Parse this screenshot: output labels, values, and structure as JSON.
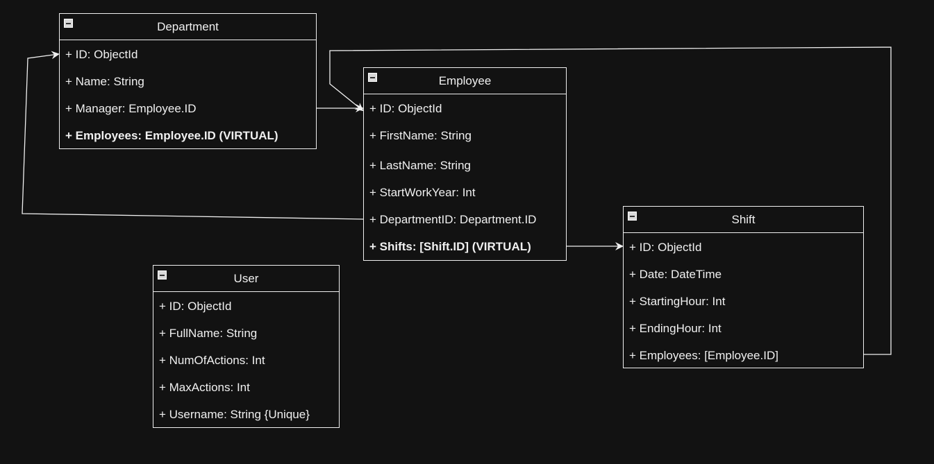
{
  "entities": {
    "department": {
      "title": "Department",
      "attributes": [
        {
          "text": "+ ID: ObjectId",
          "bold": false
        },
        {
          "text": "+ Name: String",
          "bold": false
        },
        {
          "text": "+ Manager: Employee.ID",
          "bold": false
        },
        {
          "text": "+ Employees: Employee.ID (VIRTUAL)",
          "bold": true
        }
      ]
    },
    "employee": {
      "title": "Employee",
      "attributes": [
        {
          "text": "+ ID: ObjectId",
          "bold": false
        },
        {
          "text": "+ FirstName: String",
          "bold": false
        },
        {
          "text": "+ LastName: String",
          "bold": false
        },
        {
          "text": "+ StartWorkYear: Int",
          "bold": false
        },
        {
          "text": "+ DepartmentID: Department.ID",
          "bold": false
        },
        {
          "text": "+ Shifts: [Shift.ID] (VIRTUAL)",
          "bold": true
        }
      ]
    },
    "shift": {
      "title": "Shift",
      "attributes": [
        {
          "text": "+ ID: ObjectId",
          "bold": false
        },
        {
          "text": "+ Date: DateTime",
          "bold": false
        },
        {
          "text": "+ StartingHour: Int",
          "bold": false
        },
        {
          "text": "+ EndingHour: Int",
          "bold": false
        },
        {
          "text": "+ Employees: [Employee.ID]",
          "bold": false
        }
      ]
    },
    "user": {
      "title": "User",
      "attributes": [
        {
          "text": "+ ID: ObjectId",
          "bold": false
        },
        {
          "text": "+ FullName: String",
          "bold": false
        },
        {
          "text": "+ NumOfActions: Int",
          "bold": false
        },
        {
          "text": "+ MaxActions: Int",
          "bold": false
        },
        {
          "text": "+ Username: String {Unique}",
          "bold": false
        }
      ]
    }
  },
  "colors": {
    "background": "#121212",
    "stroke": "#f0f0f0",
    "text": "#f0f0f0"
  },
  "icons": {
    "collapse": "collapse-icon"
  }
}
